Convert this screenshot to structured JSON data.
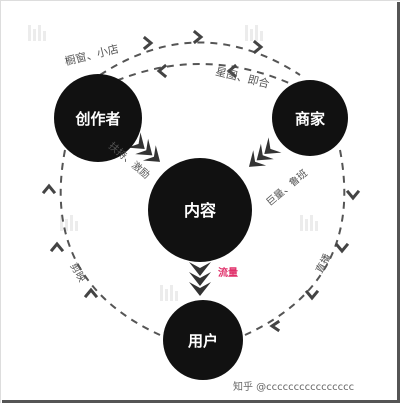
{
  "nodes": {
    "creator": "创作者",
    "merchant": "商家",
    "content": "内容",
    "user": "用户"
  },
  "edge_labels": {
    "top_left": "橱窗、小店",
    "top_right": "星图、即合",
    "creator_to_content": "扶持、激励",
    "merchant_to_content": "巨量、鲁班",
    "content_to_user": "流量",
    "user_to_creator": "剪映",
    "merchant_to_user": "直播"
  },
  "footer": {
    "credit": "知乎 @cccccccccccccccc"
  },
  "colors": {
    "node_fill": "#111111",
    "accent": "#e0306a",
    "arrow": "#444444"
  },
  "icons": {
    "footer_logo": "zhihu-logo",
    "watermark": "watermark-logo"
  }
}
